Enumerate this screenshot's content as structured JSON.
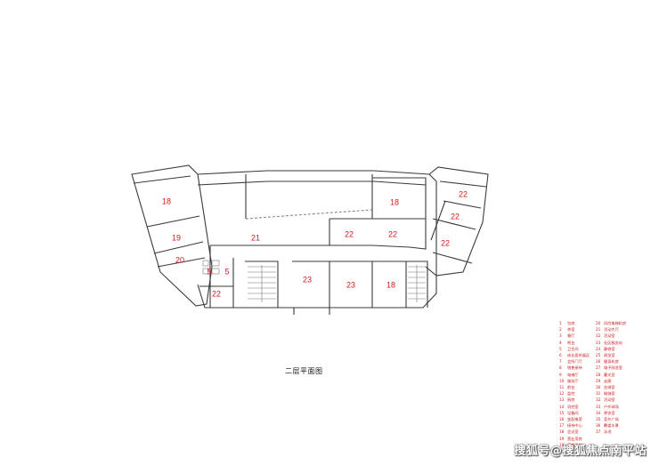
{
  "title": "二层平面图",
  "rooms": [
    {
      "id": "r18a",
      "label": "18"
    },
    {
      "id": "r19",
      "label": "19"
    },
    {
      "id": "r20",
      "label": "20"
    },
    {
      "id": "r5a",
      "label": "5"
    },
    {
      "id": "r5b",
      "label": "5"
    },
    {
      "id": "r22a",
      "label": "22"
    },
    {
      "id": "r21",
      "label": "21"
    },
    {
      "id": "r22b",
      "label": "22"
    },
    {
      "id": "r22c",
      "label": "22"
    },
    {
      "id": "r18b",
      "label": "18"
    },
    {
      "id": "r23a",
      "label": "23"
    },
    {
      "id": "r23b",
      "label": "23"
    },
    {
      "id": "r18c",
      "label": "18"
    },
    {
      "id": "r22d",
      "label": "22"
    },
    {
      "id": "r22e",
      "label": "22"
    },
    {
      "id": "r22f",
      "label": "22"
    }
  ],
  "legend": [
    {
      "n": "1",
      "t": "包房"
    },
    {
      "n": "20",
      "t": "风险电梯机房"
    },
    {
      "n": "2",
      "t": "茶室"
    },
    {
      "n": "21",
      "t": "活动大厅"
    },
    {
      "n": "3",
      "t": "餐厅"
    },
    {
      "n": "22",
      "t": "活动室"
    },
    {
      "n": "4",
      "t": "吧台"
    },
    {
      "n": "23",
      "t": "社区服务站"
    },
    {
      "n": "5",
      "t": "卫生间"
    },
    {
      "n": "24",
      "t": "静修室"
    },
    {
      "n": "6",
      "t": "成长居所展区"
    },
    {
      "n": "25",
      "t": "阅览室"
    },
    {
      "n": "7",
      "t": "会所门厅"
    },
    {
      "n": "26",
      "t": "健身机房"
    },
    {
      "n": "8",
      "t": "销售接待"
    },
    {
      "n": "27",
      "t": "电子阅览室"
    },
    {
      "n": "9",
      "t": "电梯厅"
    },
    {
      "n": "28",
      "t": "霍光室"
    },
    {
      "n": "10",
      "t": "服务厅"
    },
    {
      "n": "29",
      "t": "走廊"
    },
    {
      "n": "11",
      "t": "前台"
    },
    {
      "n": "30",
      "t": "台球室"
    },
    {
      "n": "12",
      "t": "监控"
    },
    {
      "n": "31",
      "t": "瑜伽室"
    },
    {
      "n": "13",
      "t": "厨房"
    },
    {
      "n": "32",
      "t": "活动室"
    },
    {
      "n": "14",
      "t": "消控室"
    },
    {
      "n": "33",
      "t": "户外球场"
    },
    {
      "n": "15",
      "t": "设备间"
    },
    {
      "n": "34",
      "t": "更衣室"
    },
    {
      "n": "16",
      "t": "变配电室"
    },
    {
      "n": "35",
      "t": "室外广场"
    },
    {
      "n": "17",
      "t": "接待中心"
    },
    {
      "n": "36",
      "t": "覆盖水景"
    },
    {
      "n": "18",
      "t": "会议室"
    },
    {
      "n": "37",
      "t": "泳池"
    },
    {
      "n": "19",
      "t": "营业用房"
    },
    {
      "n": "",
      "t": ""
    },
    {
      "n": "19",
      "t": "园电机房"
    },
    {
      "n": "",
      "t": ""
    }
  ],
  "watermark": "搜狐号@搜狐焦点南平站",
  "colors": {
    "label": "#d0191c",
    "wall": "#3a3a3a",
    "background": "#ffffff"
  }
}
